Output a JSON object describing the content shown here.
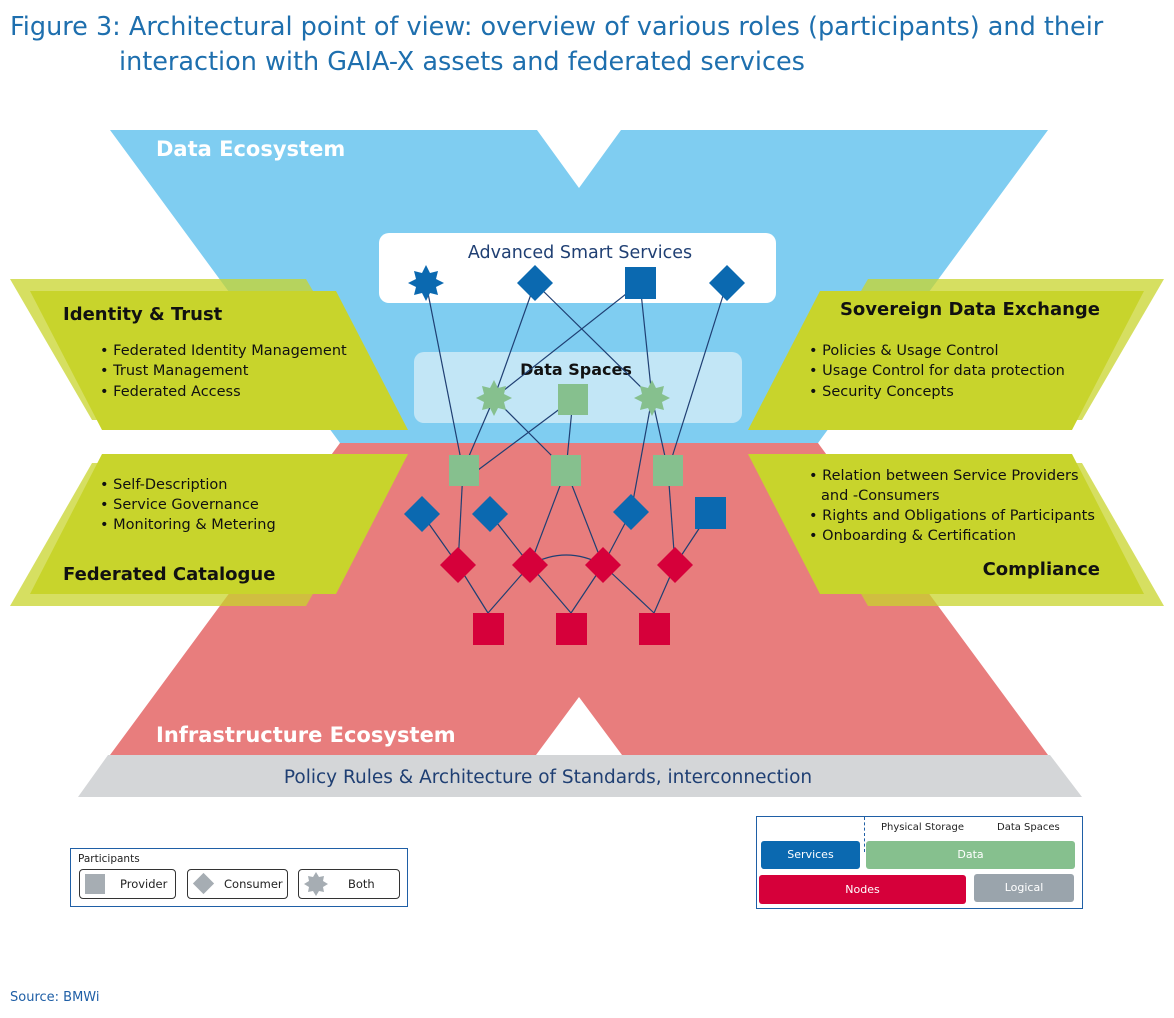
{
  "figure": {
    "title_line1": "Figure 3: Architectural point of view: overview of various roles (participants) and their",
    "title_line2": "interaction with GAIA-X assets and federated services",
    "source": "Source: BMWi"
  },
  "regions": {
    "data_ecosystem": "Data Ecosystem",
    "infrastructure_ecosystem": "Infrastructure Ecosystem",
    "policy_bar": "Policy Rules & Architecture of Standards, interconnection",
    "advanced_smart_services": "Advanced Smart Services",
    "data_spaces": "Data Spaces"
  },
  "panels": {
    "identity_trust": {
      "title": "Identity & Trust",
      "items": [
        "Federated Identity Management",
        "Trust Management",
        "Federated Access"
      ]
    },
    "sovereign_data_exchange": {
      "title": "Sovereign Data Exchange",
      "items": [
        "Policies & Usage Control",
        "Usage Control for data protection",
        "Security Concepts"
      ]
    },
    "federated_catalogue": {
      "title": "Federated Catalogue",
      "items": [
        "Self-Description",
        "Service Governance",
        "Monitoring & Metering"
      ]
    },
    "compliance": {
      "title": "Compliance",
      "items": [
        "Relation between Service Providers",
        "and -Consumers",
        "Rights and Obligations of Participants",
        "Onboarding & Certification"
      ]
    }
  },
  "legend_participants": {
    "heading": "Participants",
    "provider": "Provider",
    "consumer": "Consumer",
    "both": "Both"
  },
  "legend_layers": {
    "physical_storage": "Physical Storage",
    "data_spaces": "Data Spaces",
    "services": "Services",
    "data": "Data",
    "nodes": "Nodes",
    "logical": "Logical"
  },
  "colors": {
    "title_blue": "#1e6fae",
    "data_ecosystem_blue": "#7fcdf1",
    "infra_red": "#e87d7d",
    "panel_green": "#c8d42c",
    "service_blue": "#0b69b0",
    "data_green": "#86c08e",
    "node_red": "#d6003a",
    "logical_grey": "#9aa4ac",
    "policy_grey": "#d4d6d8"
  }
}
